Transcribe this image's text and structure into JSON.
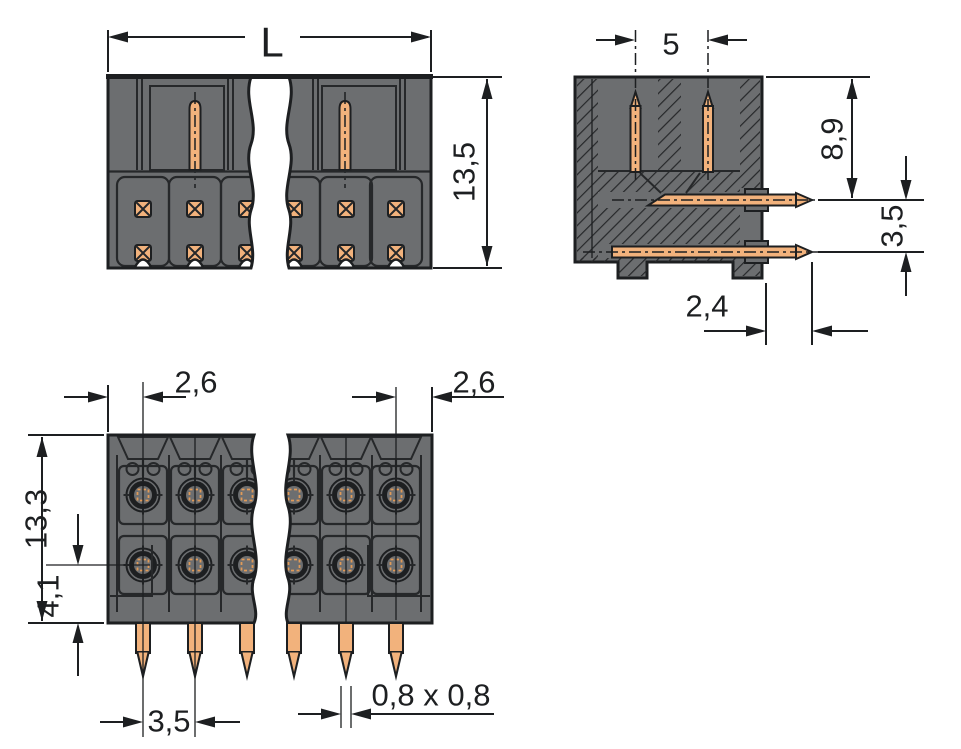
{
  "drawing": {
    "title": "Pin header connector dimensional drawing",
    "units_style": "comma-decimal millimetres"
  },
  "labels": {
    "front_view": {
      "width": "L",
      "height": "13,5"
    },
    "side_view": {
      "pin_spacing": "5",
      "pin_height": "8,9",
      "row_pitch": "3,5",
      "pin_protrusion": "2,4"
    },
    "bottom_view": {
      "edge_offset_left": "2,6",
      "edge_offset_right": "2,6",
      "depth": "13,3",
      "row_offset": "4,1",
      "pitch": "3,5",
      "pin_size": "0,8 x 0,8"
    }
  },
  "colors": {
    "background": "#ffffff",
    "housing_gray": "#6c6e70",
    "copper_pin": "#f2b27c",
    "line_black": "#1d1f21"
  }
}
